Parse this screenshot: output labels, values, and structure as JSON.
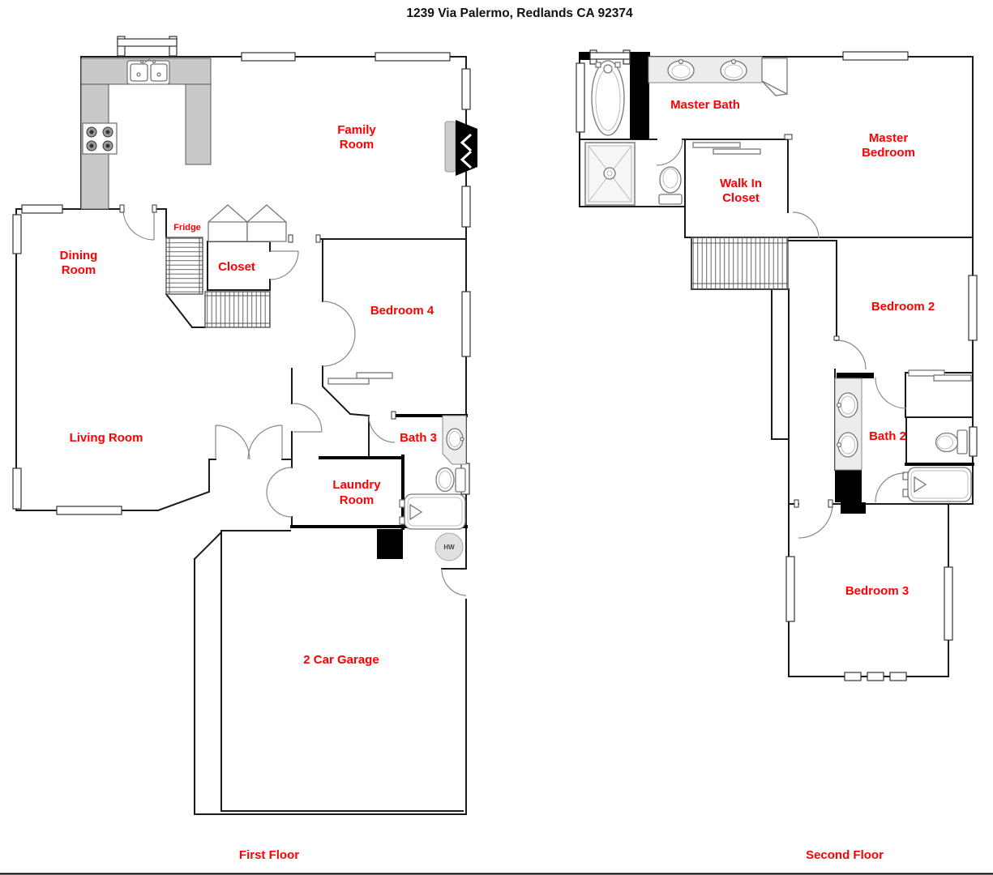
{
  "title": "1239 Via Palermo, Redlands CA 92374",
  "colors": {
    "label": "#ff0000",
    "wall": "#1a1a1a",
    "counter": "#c9c9c9",
    "fixture_fill": "#ececec",
    "black": "#000000"
  },
  "first_floor": {
    "caption": "First Floor",
    "rooms": {
      "family_room": {
        "line1": "Family",
        "line2": "Room"
      },
      "fridge": "Fridge",
      "dining_room": {
        "line1": "Dining",
        "line2": "Room"
      },
      "closet": "Closet",
      "bedroom4": "Bedroom 4",
      "living_room": "Living Room",
      "bath3": "Bath 3",
      "laundry_room": {
        "line1": "Laundry",
        "line2": "Room"
      },
      "garage": "2 Car Garage",
      "water_heater": "HW"
    }
  },
  "second_floor": {
    "caption": "Second Floor",
    "rooms": {
      "master_bath": "Master Bath",
      "master_bedroom": {
        "line1": "Master",
        "line2": "Bedroom"
      },
      "walk_in_closet": {
        "line1": "Walk In",
        "line2": "Closet"
      },
      "bedroom2": "Bedroom 2",
      "bath2": "Bath 2",
      "bedroom3": "Bedroom 3"
    }
  }
}
